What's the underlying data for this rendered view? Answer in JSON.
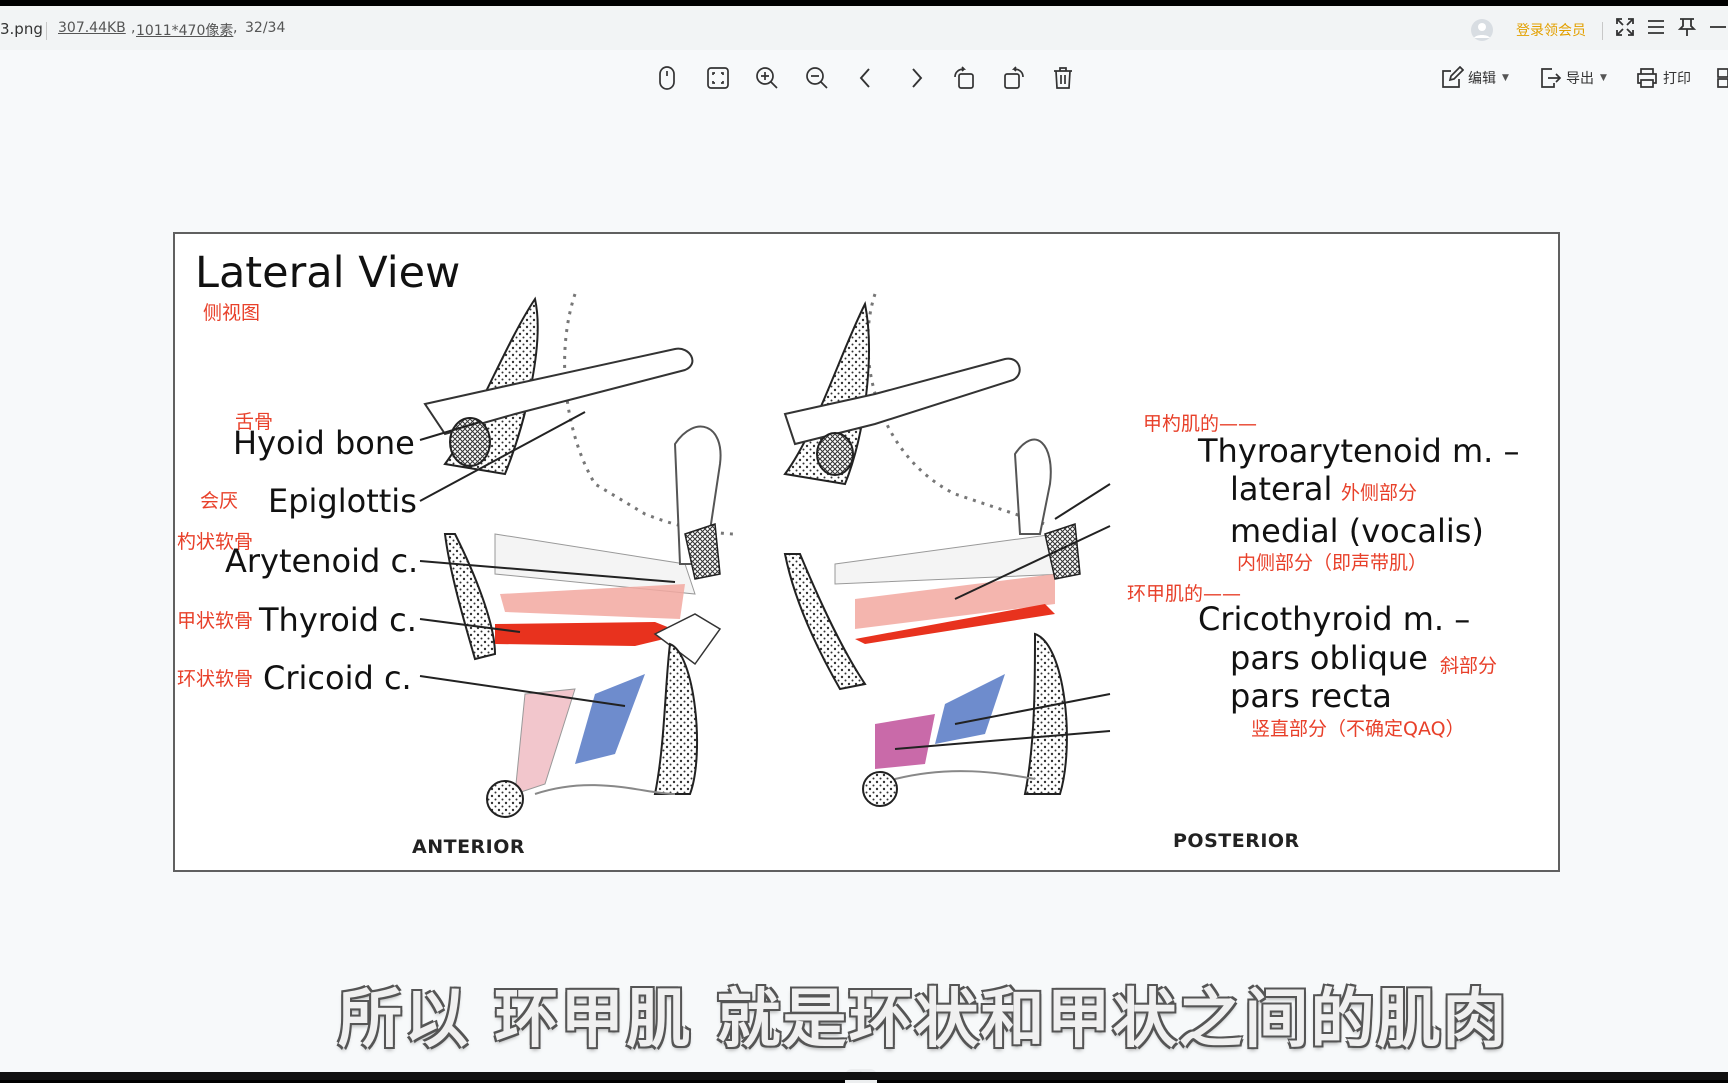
{
  "topbar": {
    "filename": "3.png",
    "file_size": "307.44KB",
    "dimensions": "1011*470像素",
    "page_counter": "32/34",
    "login_label": "登录领会员"
  },
  "toolbar": {
    "icons": [
      "mouse-icon",
      "fit-screen-icon",
      "zoom-in-icon",
      "zoom-out-icon",
      "previous-icon",
      "next-icon",
      "rotate-left-icon",
      "rotate-right-icon",
      "delete-icon"
    ],
    "edit_label": "编辑",
    "export_label": "导出",
    "print_label": "打印"
  },
  "figure": {
    "title": "Lateral View",
    "title_cn": "侧视图",
    "left_labels": [
      {
        "en": "Hyoid bone",
        "cn": "舌骨"
      },
      {
        "en": "Epiglottis",
        "cn": "会厌"
      },
      {
        "en": "Arytenoid c.",
        "cn": "杓状软骨"
      },
      {
        "en": "Thyroid c.",
        "cn": "甲状软骨"
      },
      {
        "en": "Cricoid c.",
        "cn": "环状软骨"
      }
    ],
    "right_labels": {
      "thyroarytenoid_cn": "甲杓肌的——",
      "thyroarytenoid": "Thyroarytenoid m. –",
      "lateral": "lateral",
      "lateral_cn": "外侧部分",
      "medial": "medial (vocalis)",
      "medial_cn": "内侧部分（即声带肌）",
      "cricothyroid_cn": "环甲肌的——",
      "cricothyroid": "Cricothyroid m. –",
      "pars_oblique": "pars oblique",
      "pars_oblique_cn": "斜部分",
      "pars_recta": "pars recta",
      "pars_recta_cn": "竖直部分（不确定QAQ）"
    },
    "anterior_label": "ANTERIOR",
    "posterior_label": "POSTERIOR"
  },
  "subtitle": "所以 环甲肌 就是环状和甲状之间的肌肉",
  "colors": {
    "annotation_red": "#e8402a",
    "login_gold": "#e3a000",
    "muscle_red": "#e8321e",
    "muscle_pink": "#f2b3b0",
    "muscle_blue": "#4a6fc0",
    "muscle_magenta": "#c0509a"
  }
}
